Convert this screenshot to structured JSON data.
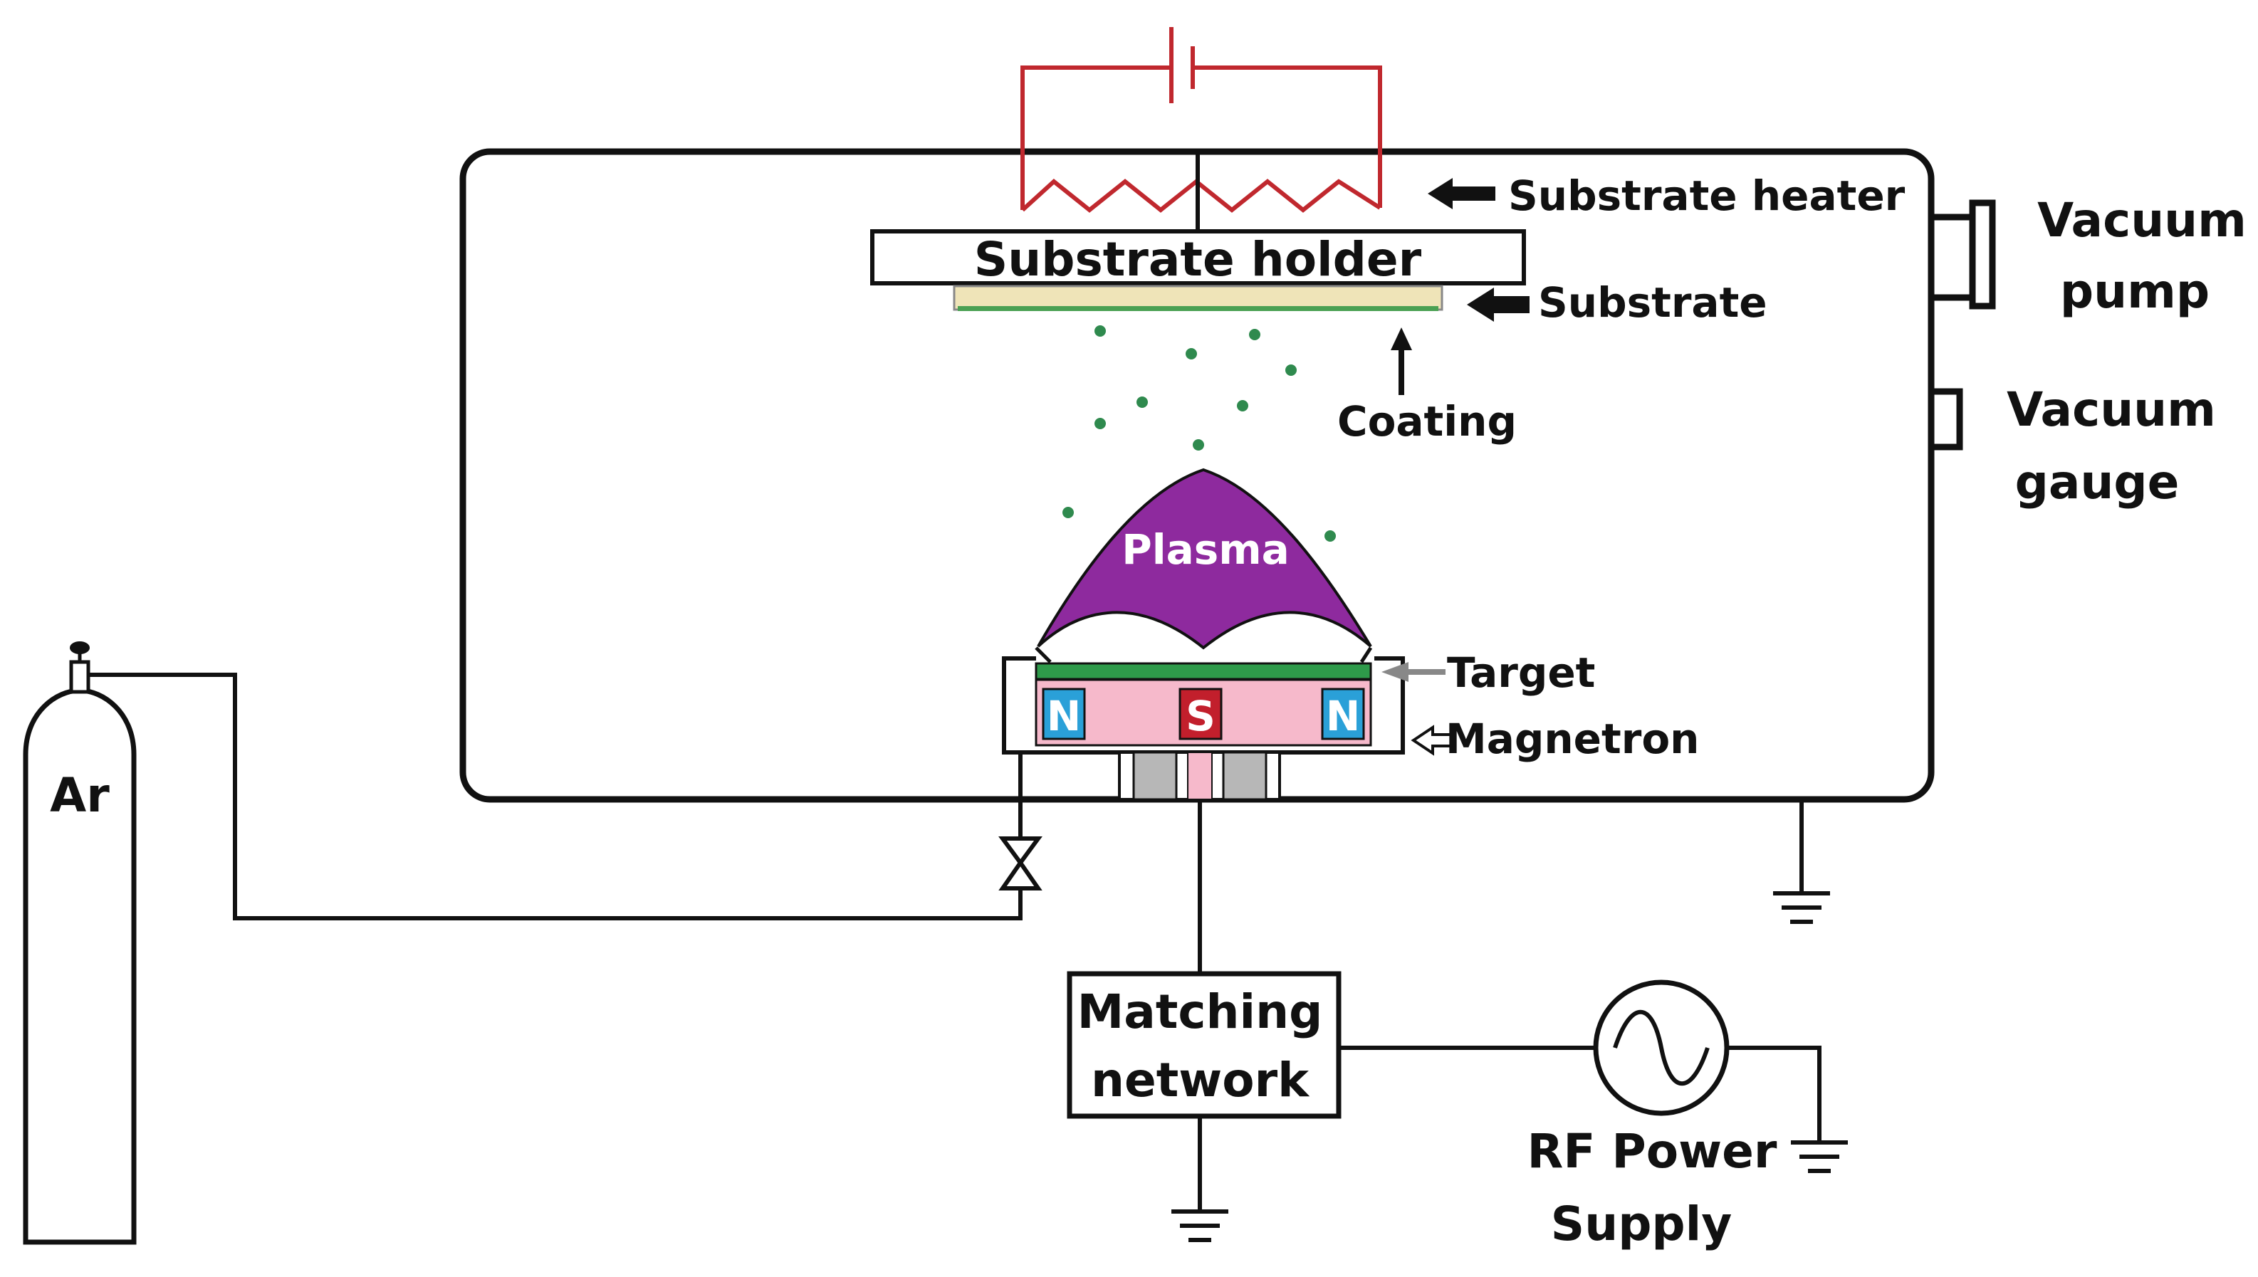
{
  "labels": {
    "substrate_heater": "Substrate heater",
    "substrate_holder": "Substrate holder",
    "substrate": "Substrate",
    "coating": "Coating",
    "plasma": "Plasma",
    "target": "Target",
    "magnetron": "Magnetron",
    "vacuum_pump_line1": "Vacuum",
    "vacuum_pump_line2": "pump",
    "vacuum_gauge_line1": "Vacuum",
    "vacuum_gauge_line2": "gauge",
    "gas": "Ar",
    "matching_line1": "Matching",
    "matching_line2": "network",
    "rf_line1": "RF Power",
    "rf_line2": "Supply",
    "magnet_left": "N",
    "magnet_center": "S",
    "magnet_right": "N"
  },
  "colors": {
    "heater_circuit": "#c0282e",
    "plasma": "#8e2a9e",
    "target": "#2e9a4a",
    "substrate": "#efe4b8",
    "coating_layer": "#4aa053",
    "magnetron_body": "#f6b9cb",
    "magnet_n": "#2aa0d8",
    "magnet_s": "#c21f2c",
    "sputtered_particles": "#2f8a4e",
    "support_blocks": "#b7b7b7"
  },
  "icons": {
    "arrow": "arrow-left-icon",
    "valve": "valve-icon",
    "ground": "ground-icon",
    "ac_source": "ac-source-icon",
    "dc_battery": "battery-icon"
  }
}
